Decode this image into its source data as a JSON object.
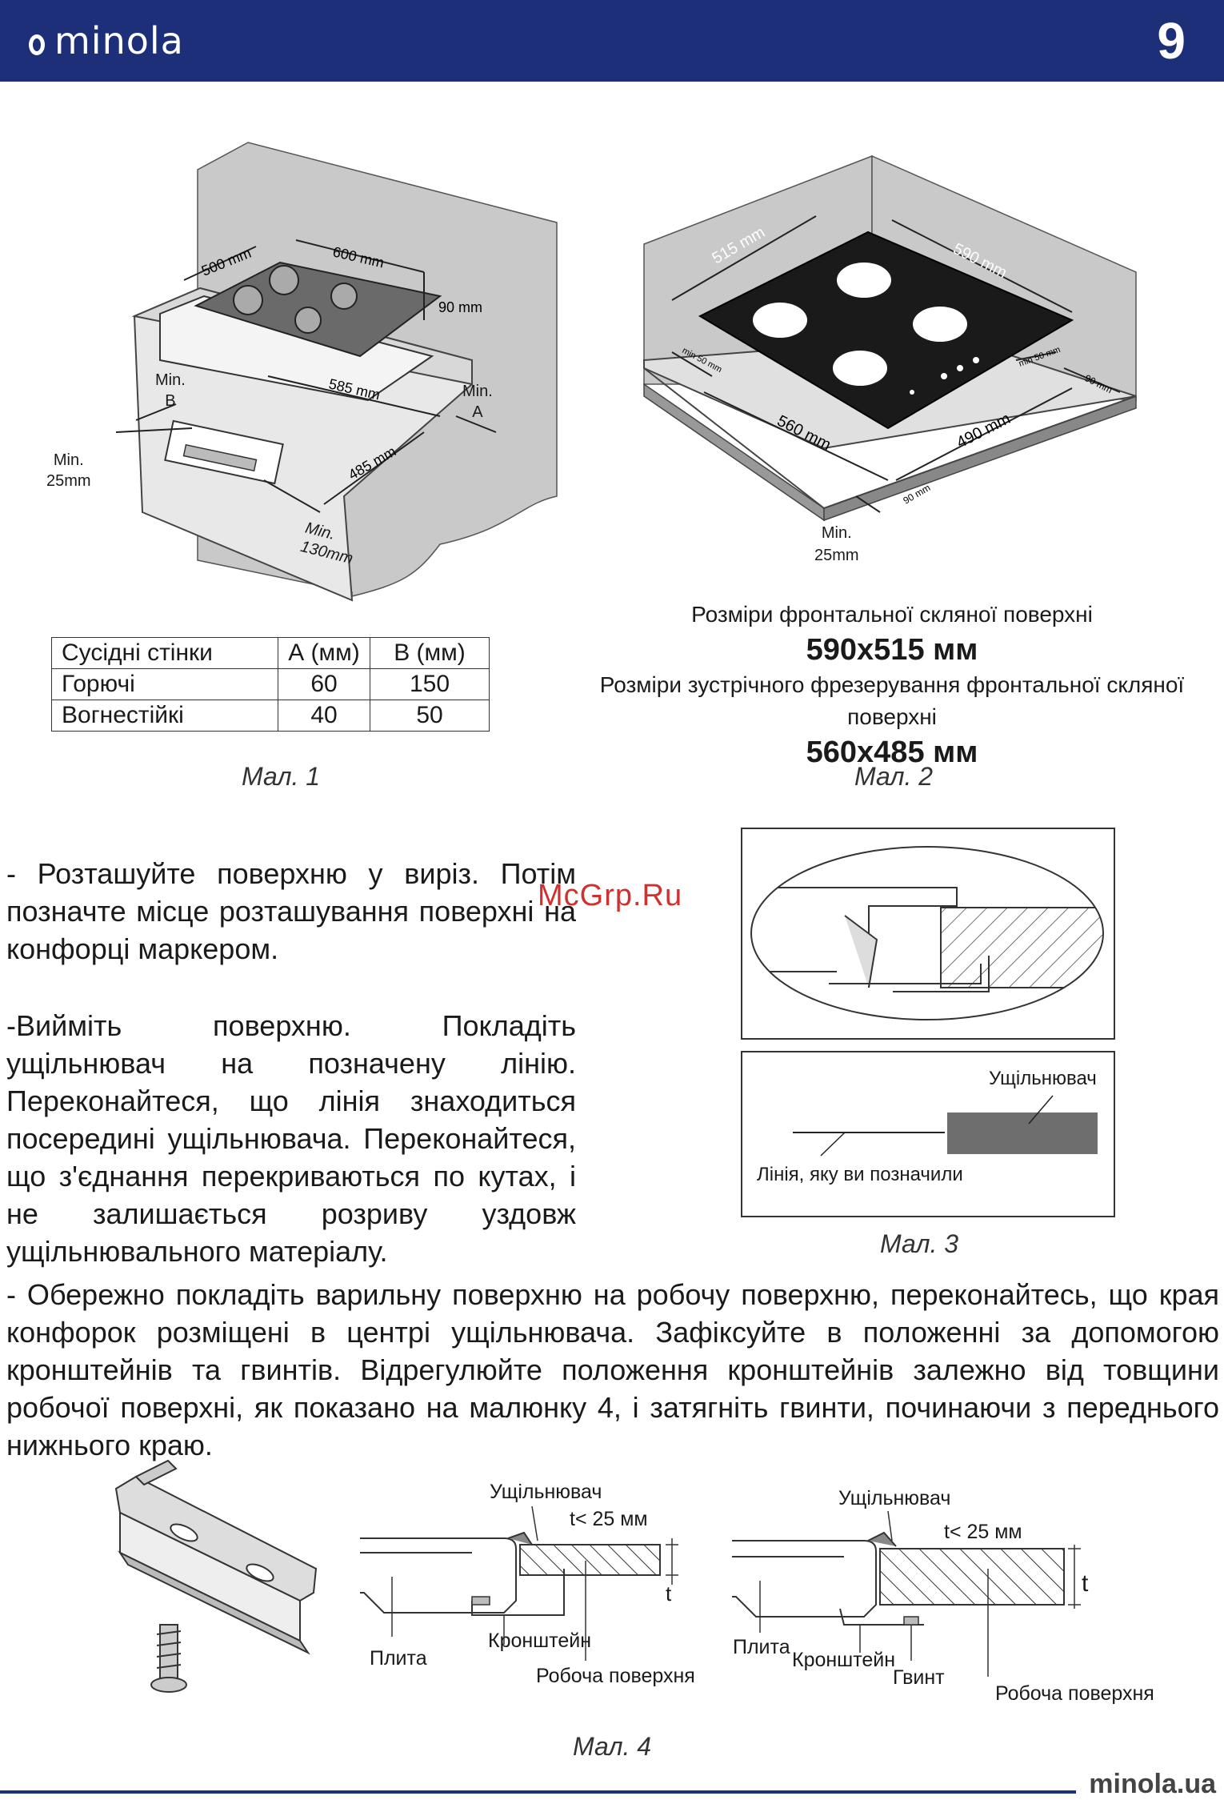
{
  "header": {
    "brand": "minola",
    "page_number": "9"
  },
  "fig1": {
    "dims": {
      "width": "600 mm",
      "depth": "500 mm",
      "height": "90 mm",
      "cut_w": "585 mm",
      "cut_d": "485 mm"
    },
    "min_b": "Min.\nB",
    "min_a": "Min.\nA",
    "min_25": "Min.\n25mm",
    "min_130": "Min.\n130mm",
    "table": {
      "headers": [
        "Сусідні стінки",
        "А (мм)",
        "В (мм)"
      ],
      "rows": [
        [
          "Горючі",
          "60",
          "150"
        ],
        [
          "Вогнестійкі",
          "40",
          "50"
        ]
      ]
    },
    "caption": "Мал. 1"
  },
  "fig2": {
    "dims": {
      "d515": "515 mm",
      "d590": "590 mm",
      "d560": "560 mm",
      "d490": "490 mm",
      "d90a": "90 mm",
      "d90b": "90 mm",
      "min50a": "min 50 mm",
      "min50b": "min 50 mm"
    },
    "min_25": "Min.\n25mm",
    "front_label": "Розміри фронтальної скляної поверхні",
    "front_size": "590x515 мм",
    "cut_label": "Розміри зустрічного фрезерування фронтальної скляної поверхні",
    "cut_size": "560x485 мм",
    "caption": "Мал. 2"
  },
  "fig3": {
    "sealant": "Ущільнювач",
    "line_label": "Лінія, яку ви позначили",
    "caption": "Мал. 3"
  },
  "text": {
    "p1": "- Розташуйте поверхню у виріз. Потім позначте місце розташування поверхні на конфорці маркером.",
    "p2": "-Вийміть поверхню. Покладіть ущільнювач на позначену лінію. Переконайтеся, що лінія знаходиться посередині ущільнювача. Переконайтеся, що з'єднання перекриваються по кутах, і не залишається розриву уздовж ущільнювального матеріалу.",
    "p3": "- Обережно покладіть варильну поверхню на робочу поверхню, переконайтесь, що края конфорок розміщені в центрі ущільнювача. Зафіксуйте в положенні за допомогою кронштейнів та гвинтів. Відрегулюйте положення кронштейнів залежно від товщини робочої поверхні, як показано на малюнку 4, і затягніть гвинти, починаючи з переднього нижнього краю."
  },
  "fig4": {
    "left": {
      "sealant": "Ущільнювач",
      "thickness": "t< 25 мм",
      "t": "t",
      "hob": "Плита",
      "bracket": "Кронштейн",
      "worktop": "Робоча поверхня"
    },
    "right": {
      "sealant": "Ущільнювач",
      "thickness": "t< 25 мм",
      "t": "t",
      "hob": "Плита",
      "bracket": "Кронштейн",
      "screw": "Гвинт",
      "worktop": "Робоча поверхня"
    },
    "caption": "Мал. 4"
  },
  "watermark": "McGrp.Ru",
  "footer": {
    "url": "minola.ua"
  },
  "colors": {
    "header": "#1e2f7a",
    "glass": "#1a1a1a",
    "wall": "#c9c9c9",
    "sealant": "#6e6e6e"
  }
}
